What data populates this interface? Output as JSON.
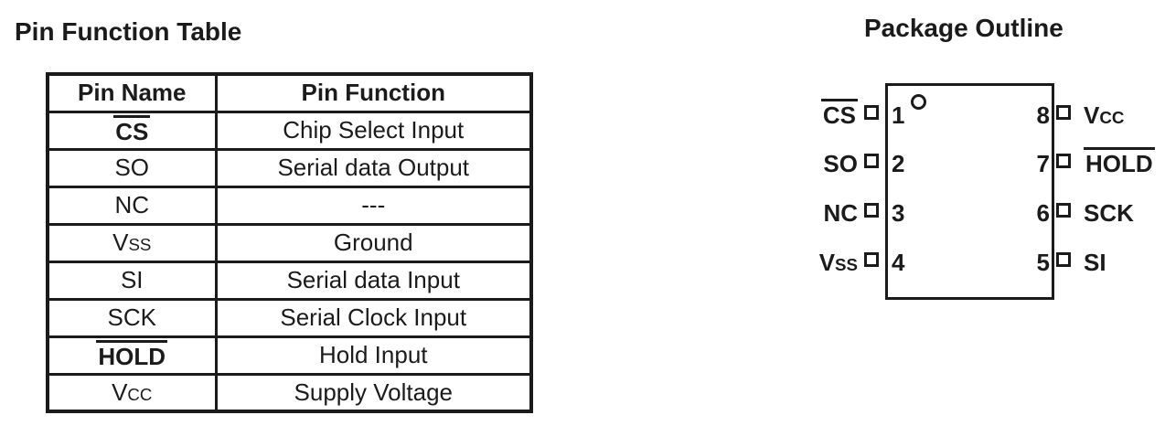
{
  "pin_table": {
    "title": "Pin Function Table",
    "columns": [
      "Pin Name",
      "Pin Function"
    ],
    "rows": [
      {
        "name": "CS",
        "overline": true,
        "bold": true,
        "function": "Chip Select Input"
      },
      {
        "name": "SO",
        "overline": false,
        "bold": false,
        "function": "Serial data Output"
      },
      {
        "name": "NC",
        "overline": false,
        "bold": false,
        "function": "---"
      },
      {
        "name": "V",
        "small": "SS",
        "overline": false,
        "bold": false,
        "function": "Ground"
      },
      {
        "name": "SI",
        "overline": false,
        "bold": false,
        "function": "Serial data Input"
      },
      {
        "name": "SCK",
        "overline": false,
        "bold": false,
        "function": "Serial Clock Input"
      },
      {
        "name": "HOLD",
        "overline": true,
        "bold": true,
        "function": "Hold Input"
      },
      {
        "name": "V",
        "small": "CC",
        "overline": false,
        "bold": false,
        "function": "Supply Voltage"
      }
    ]
  },
  "package": {
    "title": "Package Outline",
    "pin1_marker": "circle",
    "left_pins": [
      {
        "number": "1",
        "name": "CS",
        "overline": true
      },
      {
        "number": "2",
        "name": "SO",
        "overline": false
      },
      {
        "number": "3",
        "name": "NC",
        "overline": false
      },
      {
        "number": "4",
        "name": "V",
        "small": "SS",
        "overline": false
      }
    ],
    "right_pins": [
      {
        "number": "8",
        "name": "V",
        "small": "CC",
        "overline": false
      },
      {
        "number": "7",
        "name": "HOLD",
        "overline": true
      },
      {
        "number": "6",
        "name": "SCK",
        "overline": false
      },
      {
        "number": "5",
        "name": "SI",
        "overline": false
      }
    ]
  },
  "colors": {
    "ink": "#1b1b1b",
    "background": "#ffffff"
  }
}
